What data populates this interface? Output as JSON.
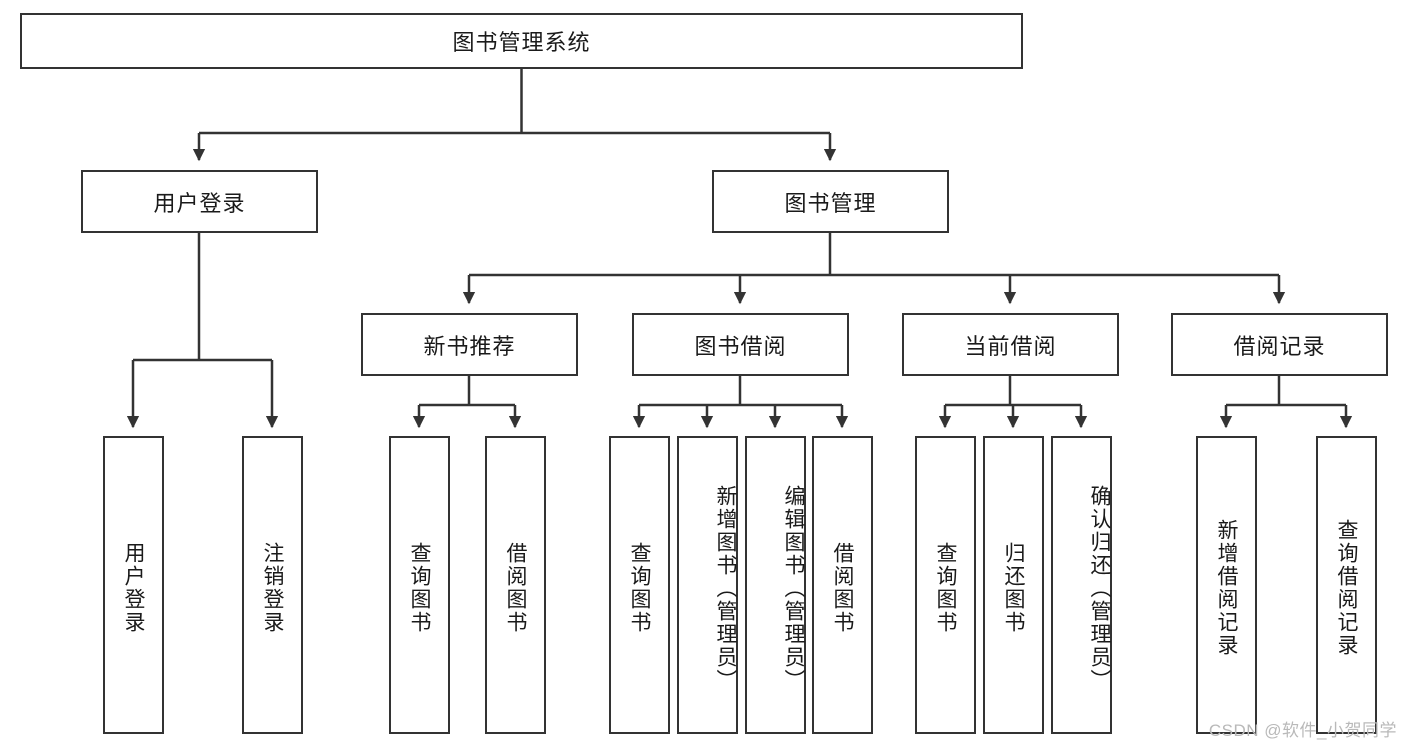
{
  "diagram": {
    "title": "图书管理系统",
    "type": "hierarchy-tree",
    "root": {
      "label": "图书管理系统"
    },
    "level2": [
      {
        "label": "用户登录"
      },
      {
        "label": "图书管理"
      }
    ],
    "level3": [
      {
        "label": "新书推荐"
      },
      {
        "label": "图书借阅"
      },
      {
        "label": "当前借阅"
      },
      {
        "label": "借阅记录"
      }
    ],
    "leaves": {
      "user_login": [
        {
          "label": "用户登录"
        },
        {
          "label": "注销登录"
        }
      ],
      "new_book_recommend": [
        {
          "label": "查询图书"
        },
        {
          "label": "借阅图书"
        }
      ],
      "book_borrow": [
        {
          "label": "查询图书"
        },
        {
          "label": "新增图书（管理员）"
        },
        {
          "label": "编辑图书（管理员）"
        },
        {
          "label": "借阅图书"
        }
      ],
      "current_borrow": [
        {
          "label": "查询图书"
        },
        {
          "label": "归还图书"
        },
        {
          "label": "确认归还（管理员）"
        }
      ],
      "borrow_records": [
        {
          "label": "新增借阅记录"
        },
        {
          "label": "查询借阅记录"
        }
      ]
    }
  },
  "watermark": {
    "text": "CSDN @软件_小贺同学"
  },
  "colors": {
    "border": "#333333",
    "background": "#ffffff",
    "text": "#1a1a1a",
    "watermark": "#b9b9b9"
  }
}
